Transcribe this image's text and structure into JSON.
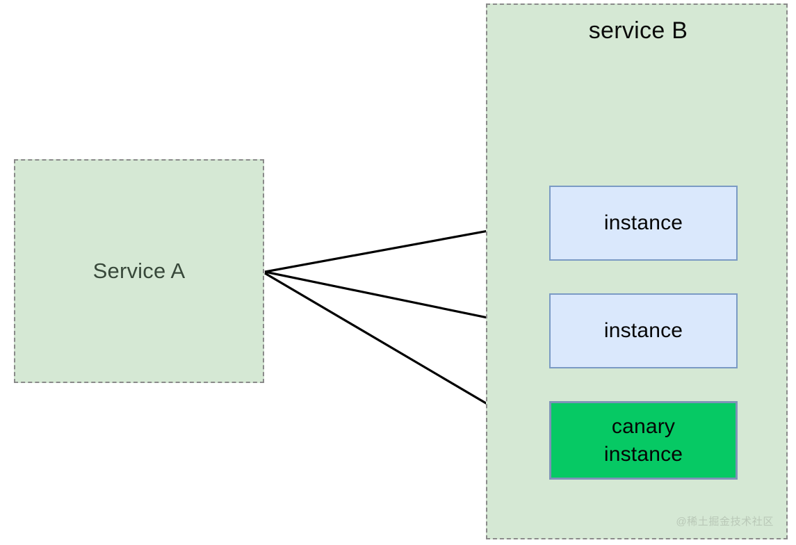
{
  "diagram": {
    "type": "service-canary-routing-diagram",
    "background_color": "#ffffff",
    "source_service": {
      "label": "Service A",
      "fill": "#d5e8d4",
      "border": "#8a8a8a",
      "border_style": "dashed",
      "text_color": "#38483a"
    },
    "target_service": {
      "title": "service B",
      "fill": "#d5e8d4",
      "border": "#8a8a8a",
      "border_style": "dashed",
      "title_color": "#0a0a0a",
      "instances": [
        {
          "label": "instance",
          "kind": "normal",
          "fill": "#dae8fc",
          "border": "#7a9ac4"
        },
        {
          "label": "instance",
          "kind": "normal",
          "fill": "#dae8fc",
          "border": "#7a9ac4"
        },
        {
          "label": "canary\ninstance",
          "line1": "canary",
          "line2": "instance",
          "kind": "canary",
          "fill": "#06c964",
          "border": "#7e93b8"
        }
      ]
    },
    "arrows": {
      "count": 3,
      "color": "#000000",
      "origin_label": "Service A right edge",
      "targets": [
        "instance",
        "instance",
        "canary instance"
      ]
    }
  },
  "watermark": {
    "text": "@稀土掘金技术社区",
    "color": "#b9c8b7"
  }
}
